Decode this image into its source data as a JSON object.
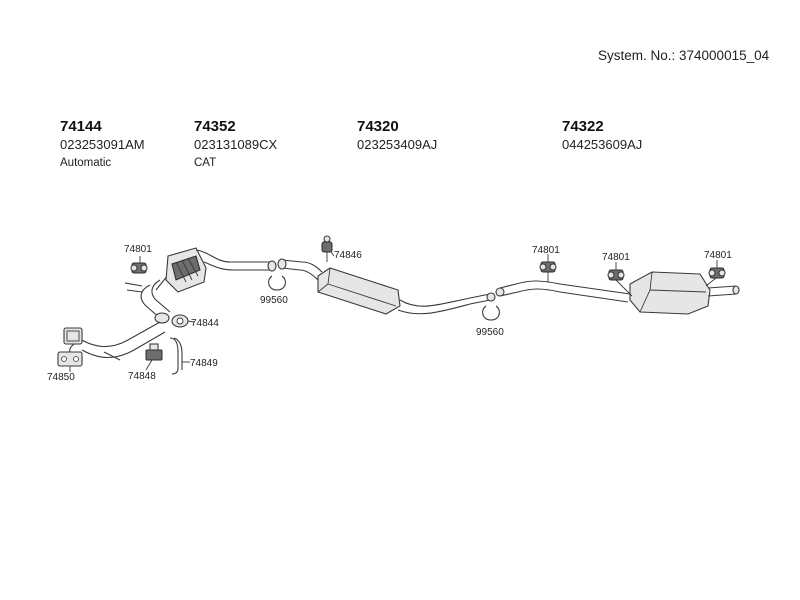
{
  "header": {
    "system_number": "System. No.: 374000015_04"
  },
  "parts": [
    {
      "number": "74144",
      "oem": "023253091AM",
      "note": "Automatic"
    },
    {
      "number": "74352",
      "oem": "023131089CX",
      "note": "CAT"
    },
    {
      "number": "74320",
      "oem": "023253409AJ",
      "note": ""
    },
    {
      "number": "74322",
      "oem": "044253609AJ",
      "note": ""
    }
  ],
  "callouts": {
    "hanger_front": "74801",
    "hanger_mid": "74801",
    "hanger_rear_left": "74801",
    "hanger_rear_right": "74801",
    "clamp_center": "74846",
    "clamp_ring_front": "99560",
    "clamp_ring_rear": "99560",
    "gasket_cat": "74844",
    "gasket_manifold": "74850",
    "bracket_small": "74848",
    "bracket_rod": "74849"
  }
}
